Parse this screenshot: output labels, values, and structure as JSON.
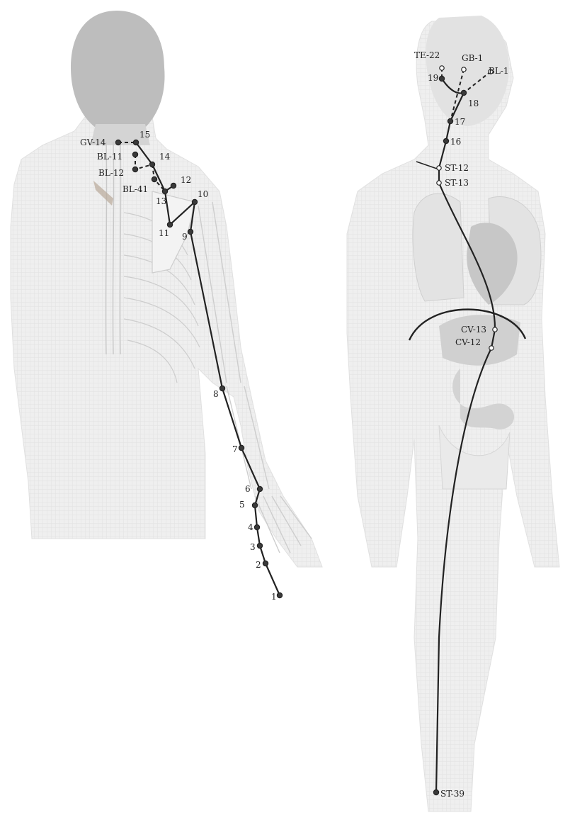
{
  "colors": {
    "body_fill": "#ededed",
    "head_fill": "#bdbdbd",
    "bone_line": "#c9c9c9",
    "organ_fill": "#d2d2d2",
    "channel_line": "#222222",
    "point_fill": "#3a3a3a"
  },
  "back_figure": {
    "points": [
      {
        "id": "1",
        "label": "1"
      },
      {
        "id": "2",
        "label": "2"
      },
      {
        "id": "3",
        "label": "3"
      },
      {
        "id": "4",
        "label": "4"
      },
      {
        "id": "5",
        "label": "5"
      },
      {
        "id": "6",
        "label": "6"
      },
      {
        "id": "7",
        "label": "7"
      },
      {
        "id": "8",
        "label": "8"
      },
      {
        "id": "9",
        "label": "9"
      },
      {
        "id": "10",
        "label": "10"
      },
      {
        "id": "11",
        "label": "11"
      },
      {
        "id": "12",
        "label": "12"
      },
      {
        "id": "13",
        "label": "13"
      },
      {
        "id": "14",
        "label": "14"
      },
      {
        "id": "15",
        "label": "15"
      },
      {
        "id": "gv14",
        "label": "GV-14"
      },
      {
        "id": "bl11",
        "label": "BL-11"
      },
      {
        "id": "bl12",
        "label": "BL-12"
      },
      {
        "id": "bl41",
        "label": "BL-41"
      }
    ]
  },
  "front_figure": {
    "points": [
      {
        "id": "te22",
        "label": "TE-22"
      },
      {
        "id": "gb1",
        "label": "GB-1"
      },
      {
        "id": "bl1",
        "label": "BL-1"
      },
      {
        "id": "19",
        "label": "19"
      },
      {
        "id": "18",
        "label": "18"
      },
      {
        "id": "17",
        "label": "17"
      },
      {
        "id": "16",
        "label": "16"
      },
      {
        "id": "st12",
        "label": "ST-12"
      },
      {
        "id": "st13",
        "label": "ST-13"
      },
      {
        "id": "cv13",
        "label": "CV-13"
      },
      {
        "id": "cv12",
        "label": "CV-12"
      },
      {
        "id": "st39",
        "label": "ST-39"
      }
    ]
  }
}
